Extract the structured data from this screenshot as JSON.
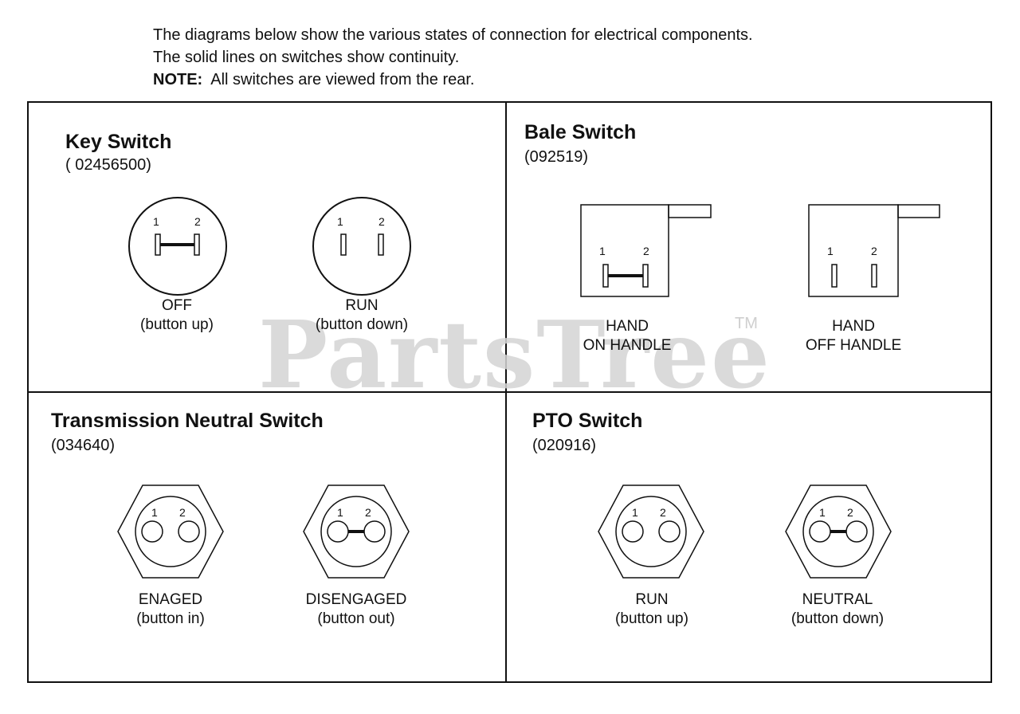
{
  "intro": {
    "line1": "The diagrams below show the various states of connection for electrical components.",
    "line2": "The solid lines on switches show continuity.",
    "note_label": "NOTE:",
    "note_text": "All switches are viewed from the rear."
  },
  "watermark": {
    "text": "PartsTree",
    "tm": "TM"
  },
  "panels": {
    "key": {
      "title": "Key Switch",
      "part_no": "( 02456500)",
      "states": [
        {
          "label": "OFF",
          "detail": "(button up)",
          "terminal_1": "1",
          "terminal_2": "2",
          "continuity": true
        },
        {
          "label": "RUN",
          "detail": "(button down)",
          "terminal_1": "1",
          "terminal_2": "2",
          "continuity": false
        }
      ]
    },
    "bale": {
      "title": "Bale Switch",
      "part_no": "(092519)",
      "states": [
        {
          "label": "HAND",
          "detail": "ON HANDLE",
          "terminal_1": "1",
          "terminal_2": "2",
          "continuity": true
        },
        {
          "label": "HAND",
          "detail": "OFF HANDLE",
          "terminal_1": "1",
          "terminal_2": "2",
          "continuity": false
        }
      ]
    },
    "transmission": {
      "title": "Transmission Neutral Switch",
      "part_no": "(034640)",
      "states": [
        {
          "label": "ENAGED",
          "detail": "(button in)",
          "terminal_1": "1",
          "terminal_2": "2",
          "continuity": false
        },
        {
          "label": "DISENGAGED",
          "detail": "(button out)",
          "terminal_1": "1",
          "terminal_2": "2",
          "continuity": true
        }
      ]
    },
    "pto": {
      "title": "PTO Switch",
      "part_no": "(020916)",
      "states": [
        {
          "label": "RUN",
          "detail": "(button up)",
          "terminal_1": "1",
          "terminal_2": "2",
          "continuity": false
        },
        {
          "label": "NEUTRAL",
          "detail": "(button down)",
          "terminal_1": "1",
          "terminal_2": "2",
          "continuity": true
        }
      ]
    }
  }
}
